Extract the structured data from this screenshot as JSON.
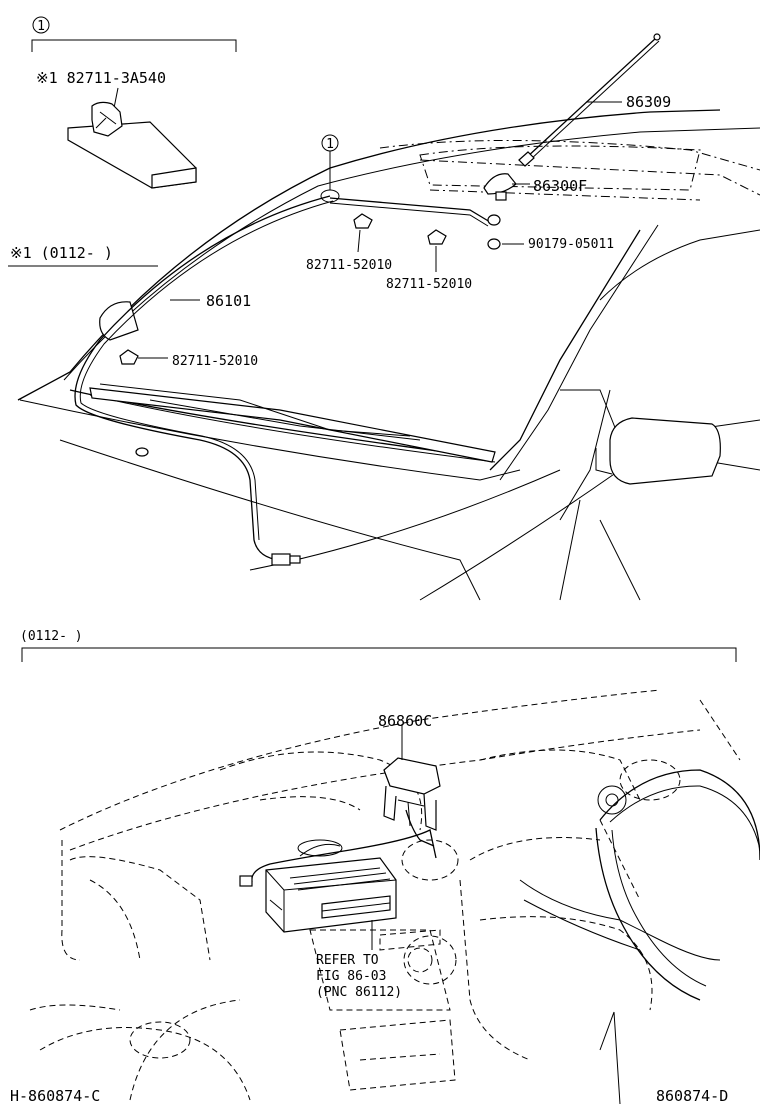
{
  "labels": {
    "ref_circle_top": "1",
    "ref_circle_mid": "1",
    "inset_part": "※1 82711-3A540",
    "note_range": "※1 (0112-      )",
    "p_86309": "86309",
    "p_86300f": "86300F",
    "p_90179": "90179-05011",
    "p_82711_a": "82711-52010",
    "p_82711_b": "82711-52010",
    "p_86101": "86101",
    "p_82711_c": "82711-52010",
    "section_range": "(0112-      )",
    "p_86860c": "86860C",
    "refer_1": "REFER TO",
    "refer_2": "FIG 86-03",
    "refer_3": "(PNC 86112)",
    "footer_left": "H-860874-C",
    "footer_right": "860874-D"
  }
}
